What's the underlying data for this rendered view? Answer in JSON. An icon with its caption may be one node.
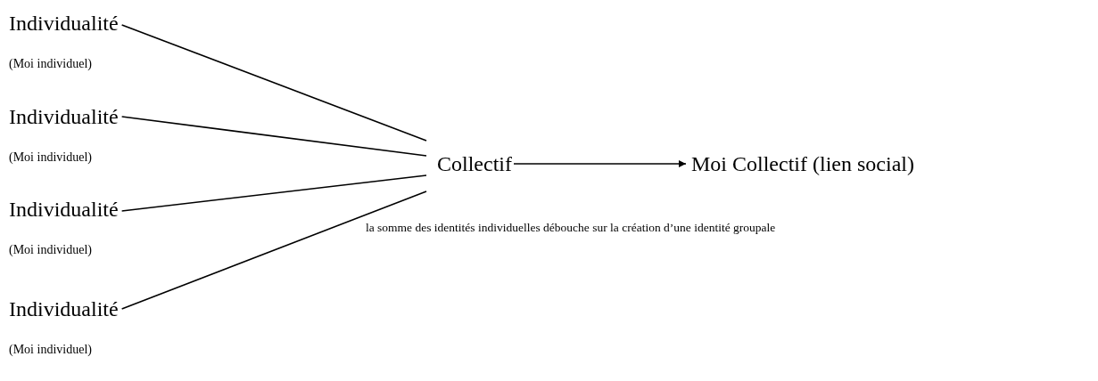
{
  "diagram": {
    "nodes": [
      {
        "text": [
          "Individualité",
          "(Moi individuel)"
        ]
      },
      {
        "text": [
          "Individualité",
          "(Moi individuel)"
        ]
      },
      {
        "text": [
          "Individualité",
          "(Moi individuel)"
        ]
      },
      {
        "text": [
          "Individualité",
          "(Moi individuel)"
        ]
      },
      {
        "text": [
          "Collectif"
        ]
      },
      {
        "text": [
          "Moi Collectif (lien social)"
        ]
      }
    ],
    "edges": [
      {
        "from": 0,
        "to": 4,
        "arrow": "none"
      },
      {
        "from": 1,
        "to": 4,
        "arrow": "none"
      },
      {
        "from": 2,
        "to": 4,
        "arrow": "none"
      },
      {
        "from": 3,
        "to": 4,
        "arrow": "none"
      },
      {
        "from": 4,
        "to": 5,
        "arrow": "to"
      }
    ],
    "labels": [
      "la somme des identités individuelles débouche sur la création d’une identité groupale"
    ]
  }
}
